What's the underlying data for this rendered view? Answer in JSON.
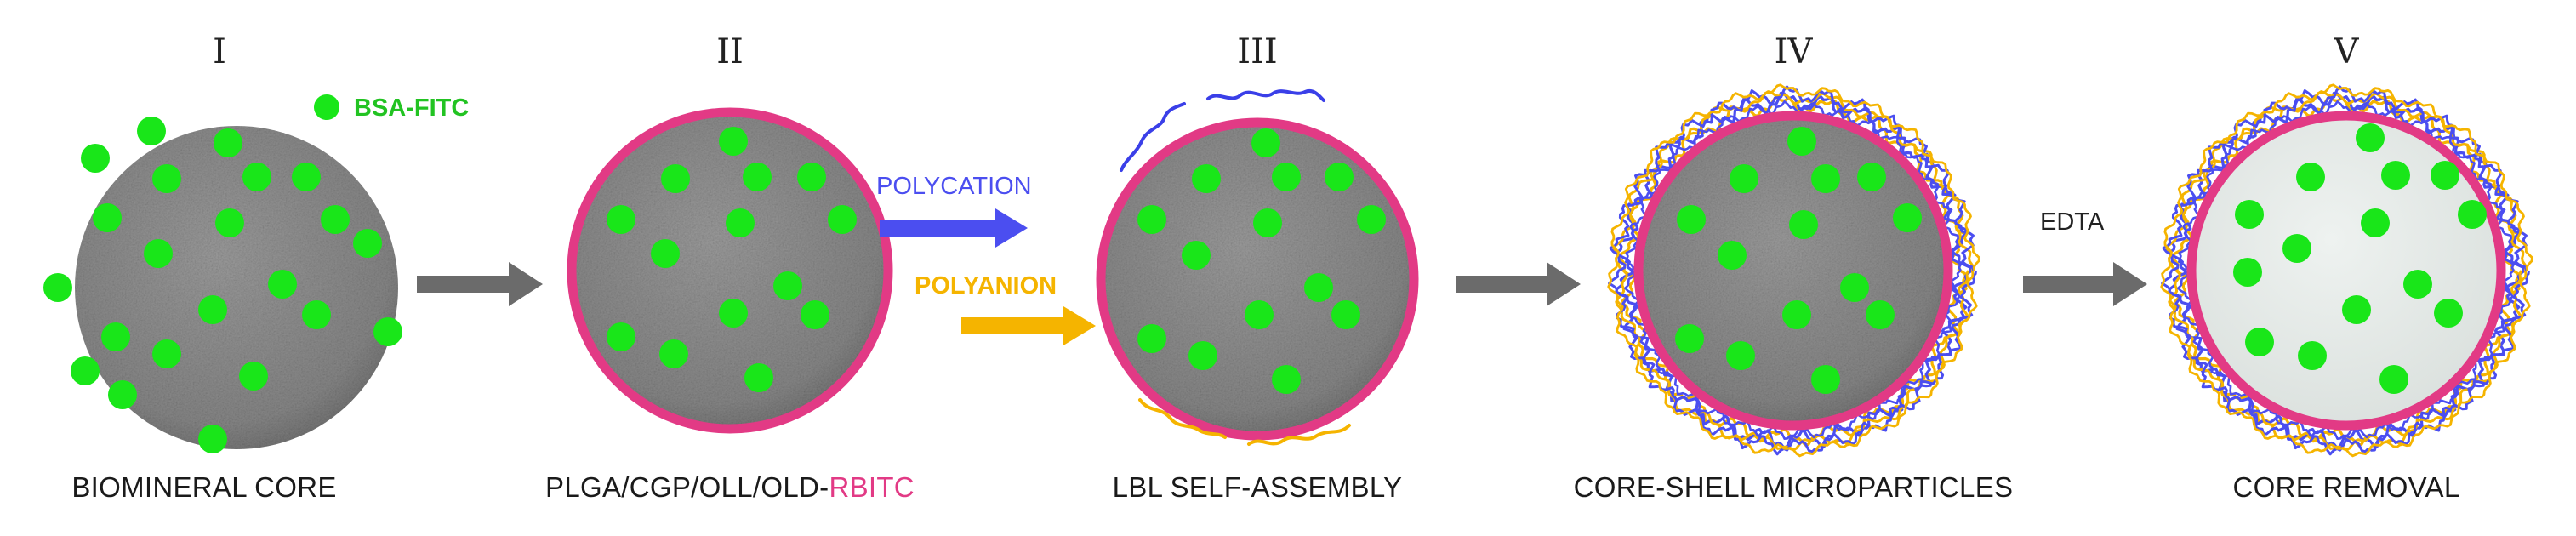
{
  "stages": [
    {
      "numeral": "I",
      "caption": "BIOMINERAL CORE"
    },
    {
      "numeral": "II",
      "caption_main": "PLGA/CGP/OLL/OLD-",
      "caption_accent": "RBITC"
    },
    {
      "numeral": "III",
      "caption": "LBL SELF-ASSEMBLY"
    },
    {
      "numeral": "IV",
      "caption": "CORE-SHELL MICROPARTICLES"
    },
    {
      "numeral": "V",
      "caption": "CORE REMOVAL"
    }
  ],
  "labels": {
    "bsa_fitc": "BSA-FITC",
    "polycation": "POLYCATION",
    "polyanion": "POLYANION",
    "edta": "EDTA"
  },
  "colors": {
    "core_gray": "#8c8c8c",
    "shell_pink": "#e23a85",
    "particle_green": "#19e619",
    "label_green": "#22c322",
    "polycation_blue": "#4b4ef0",
    "polyanion_yellow": "#f5b400",
    "arrow_gray": "#6b6b6b",
    "hollow_fill": "#e6ece9"
  }
}
